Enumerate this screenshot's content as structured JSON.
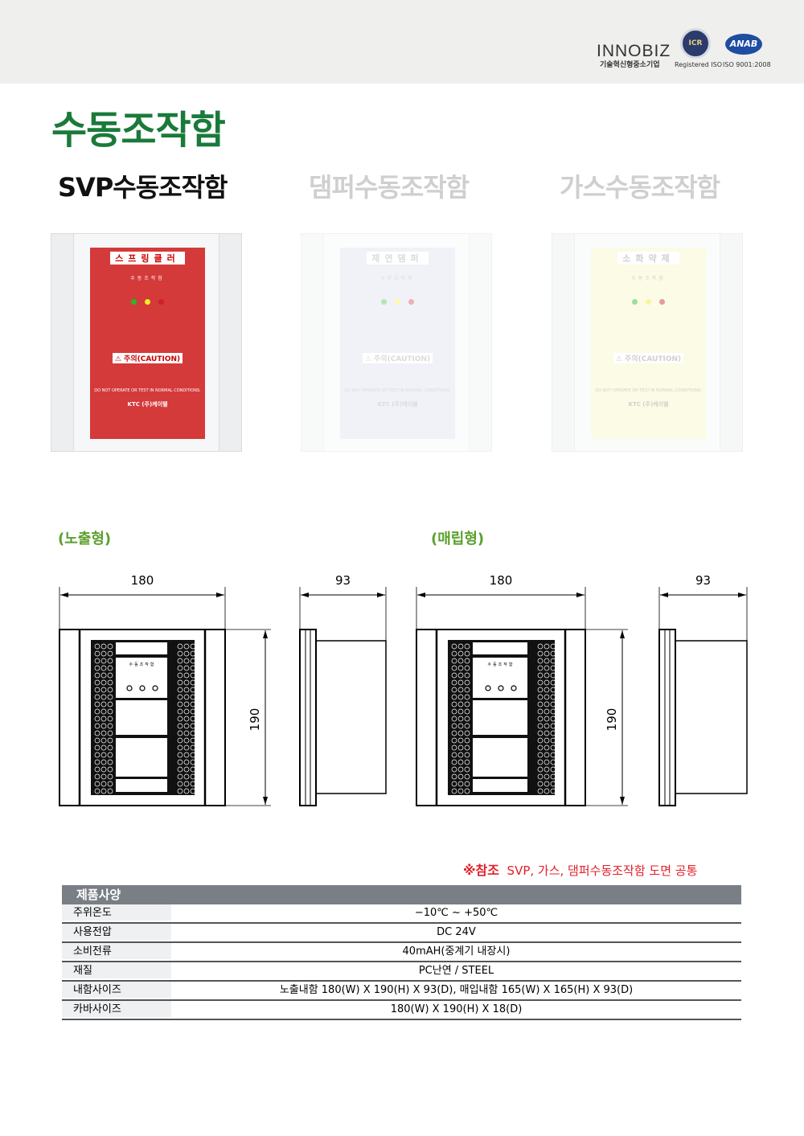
{
  "header": {
    "logo_innobiz": "INNOBIZ",
    "innobiz_sub": "기술혁신형중소기업",
    "icr": "ICR",
    "icr_caption": "Registered ISO",
    "anab": "ANAB",
    "anab_caption": "ISO 9001:2008"
  },
  "title": "수동조작함",
  "products": [
    {
      "name": "SVP수동조작함",
      "panel_label": "스프링클러",
      "sub": "수동조작함",
      "caution": "⚠ 주의(CAUTION)",
      "english": "DO NOT OPERATE OR TEST IN NORMAL CONDITIONS.",
      "brand": "KTC (주)케이텔",
      "face_color": "#d43a3a"
    },
    {
      "name": "댐퍼수동조작함",
      "panel_label": "제연댐퍼",
      "sub": "수동조작함",
      "caution": "⚠ 주의(CAUTION)",
      "english": "DO NOT OPERATE OR TEST IN NORMAL CONDITIONS.",
      "brand": "KTC (주)케이텔",
      "face_color": "#d6dbea"
    },
    {
      "name": "가스수동조작함",
      "panel_label": "소화약제",
      "sub": "수동조작함",
      "caution": "⚠ 주의(CAUTION)",
      "english": "DO NOT OPERATE OR TEST IN NORMAL CONDITIONS.",
      "brand": "KTC (주)케이텔",
      "face_color": "#f8f7c8"
    }
  ],
  "drawings": [
    {
      "type": "(노출형)",
      "width": "180",
      "height": "190",
      "depth": "93",
      "face_text": "수동조작함"
    },
    {
      "type": "(매립형)",
      "width": "180",
      "height": "190",
      "depth": "93",
      "face_text": "수동조작함"
    }
  ],
  "note": {
    "mark": "※참조",
    "text": "SVP, 가스,  댐퍼수동조작함 도면 공통"
  },
  "specs": {
    "title": "제품사양",
    "rows": [
      {
        "k": "주위온도",
        "v": "−10℃ ~ +50℃"
      },
      {
        "k": "사용전압",
        "v": "DC 24V"
      },
      {
        "k": "소비전류",
        "v": "40mAH(중계기 내장시)"
      },
      {
        "k": "재질",
        "v": "PC난연 / STEEL"
      },
      {
        "k": "내함사이즈",
        "v": "노출내함 180(W) X 190(H) X 93(D),  매입내함 165(W) X 165(H) X 93(D)"
      },
      {
        "k": "카바사이즈",
        "v": "180(W) X 190(H) X 18(D)"
      }
    ]
  }
}
